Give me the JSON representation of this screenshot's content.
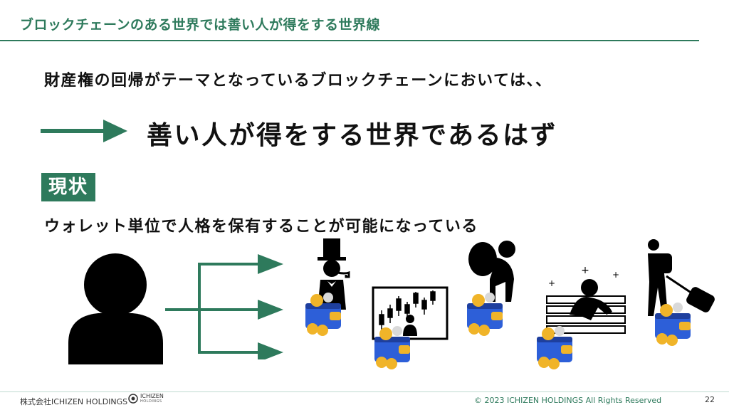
{
  "header": {
    "title": "ブロックチェーンのある世界では善い人が得をする世界線"
  },
  "content": {
    "line1": "財産権の回帰がテーマとなっているブロックチェーンにおいては、、",
    "line2": "善い人が得をする世界であるはず",
    "badge": "現状",
    "line3": "ウォレット単位で人格を保有することが可能になっている"
  },
  "footer": {
    "company": "株式会社ICHIZEN HOLDINGS",
    "logo_text": "ICHIZEN",
    "logo_sub": "HOLDINGS",
    "copyright": "© 2023 ICHIZEN HOLDINGS All Rights Reserved",
    "page": "22"
  },
  "colors": {
    "accent": "#2e7a5c",
    "wallet": "#2d5fd8",
    "coin": "#f0b429"
  }
}
